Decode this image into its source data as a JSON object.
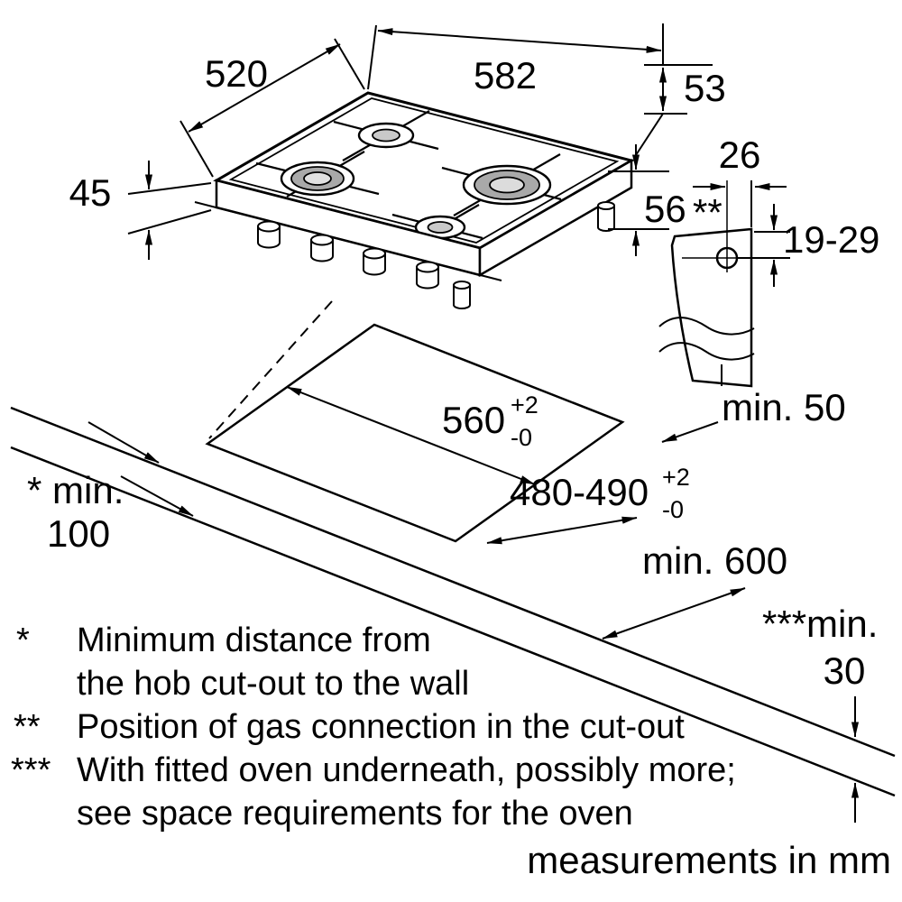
{
  "title": "Gas hob installation dimension drawing",
  "colors": {
    "ink": "#000000",
    "background": "#ffffff",
    "burner_gray": "#a9a9a9",
    "burner_light": "#dcdcdc"
  },
  "dims": {
    "hob_depth": "520",
    "hob_width": "582",
    "edge_53": "53",
    "hob_height": "45",
    "gas_56": "56",
    "gas_marker": "**",
    "gas_26": "26",
    "gas_19_29": "19-29",
    "cutout_width": {
      "value": "560",
      "sup": "+2",
      "sub": "-0"
    },
    "cutout_depth": {
      "value": "480-490",
      "sup": "+2",
      "sub": "-0"
    },
    "min_rear": "min. 50",
    "min_side_label": "* min.",
    "min_side_value": "100",
    "worktop_depth": "min. 600",
    "oven_label": "***min.",
    "oven_value": "30"
  },
  "footnotes": [
    {
      "marker": "*",
      "lines": [
        "Minimum distance from",
        "the hob cut-out to the wall"
      ]
    },
    {
      "marker": "**",
      "lines": [
        "Position of gas connection in the cut-out"
      ]
    },
    {
      "marker": "***",
      "lines": [
        "With fitted oven underneath, possibly more;",
        "see space requirements for the oven"
      ]
    }
  ],
  "units_note": "measurements in mm"
}
